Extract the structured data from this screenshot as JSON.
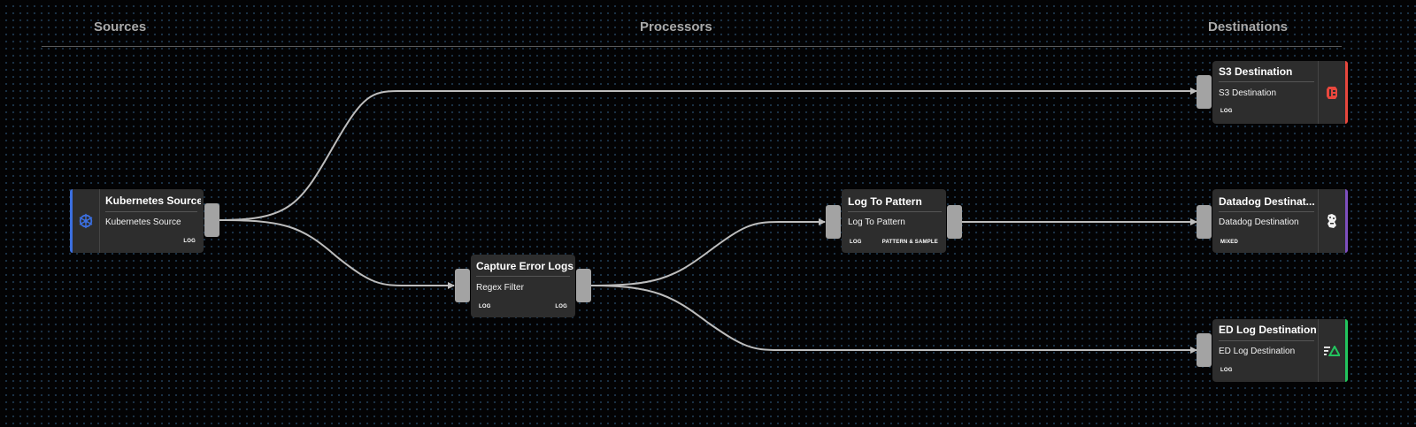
{
  "columns": {
    "sources": "Sources",
    "processors": "Processors",
    "destinations": "Destinations"
  },
  "colors": {
    "kubernetes": "#3b6fe0",
    "s3": "#e8473d",
    "datadog": "#7e4fbf",
    "ed_log": "#22c55e",
    "edge": "#bdbdbd",
    "node_bg": "#2d2d2d",
    "port": "#a3a3a3"
  },
  "nodes": {
    "kubernetes_source": {
      "title": "Kubernetes Source",
      "subtitle": "Kubernetes Source",
      "output_type": "LOG",
      "icon": "kubernetes-icon"
    },
    "capture_error_logs": {
      "title": "Capture Error Logs",
      "subtitle": "Regex Filter",
      "input_type": "LOG",
      "output_type": "LOG"
    },
    "log_to_pattern": {
      "title": "Log To Pattern",
      "subtitle": "Log To Pattern",
      "input_type": "LOG",
      "output_type": "PATTERN & SAMPLE"
    },
    "s3_destination": {
      "title": "S3 Destination",
      "subtitle": "S3 Destination",
      "input_type": "LOG",
      "icon": "aws-s3-icon"
    },
    "datadog_destination": {
      "title": "Datadog Destinat...",
      "subtitle": "Datadog Destination",
      "input_type": "MIXED",
      "icon": "datadog-icon"
    },
    "ed_log_destination": {
      "title": "ED Log Destination",
      "subtitle": "ED Log Destination",
      "input_type": "LOG",
      "icon": "edge-delta-icon"
    }
  },
  "edges": [
    {
      "from": "Kubernetes Source",
      "to": "S3 Destination"
    },
    {
      "from": "Kubernetes Source",
      "to": "Capture Error Logs"
    },
    {
      "from": "Capture Error Logs",
      "to": "Log To Pattern"
    },
    {
      "from": "Capture Error Logs",
      "to": "ED Log Destination"
    },
    {
      "from": "Log To Pattern",
      "to": "Datadog Destination"
    }
  ]
}
